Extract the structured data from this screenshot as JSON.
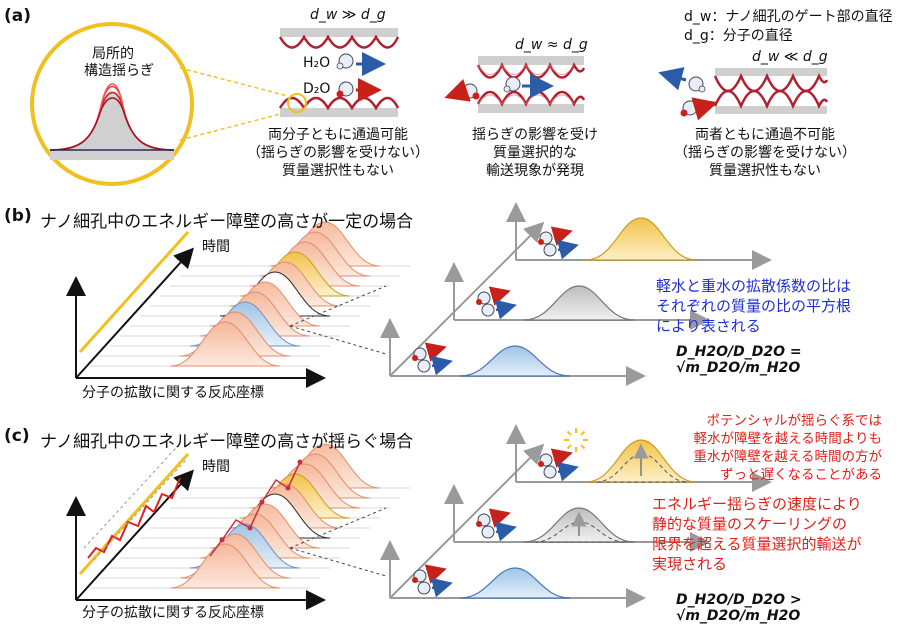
{
  "panel_a": {
    "tag": "(a)",
    "zoom_label": [
      "局所的",
      "構造揺らぎ"
    ],
    "case1": {
      "cond": "d_w ≫ d_g",
      "h2o": "H₂O",
      "d2o": "D₂O",
      "caption": [
        "両分子ともに通過可能",
        "（揺らぎの影響を受けない）",
        "質量選択性もない"
      ]
    },
    "case2": {
      "cond": "d_w ≈ d_g",
      "caption": [
        "揺らぎの影響を受け",
        "質量選択的な",
        "輸送現象が発現"
      ]
    },
    "case3": {
      "cond": "d_w ≪ d_g",
      "caption": [
        "両者ともに通過不可能",
        "（揺らぎの影響を受けない）",
        "質量選択性もない"
      ]
    },
    "legend": [
      "d_w：ナノ細孔のゲート部の直径",
      "d_g：分子の直径"
    ]
  },
  "panel_b": {
    "tag": "(b)",
    "title": "ナノ細孔中のエネルギー障壁の高さが一定の場合",
    "time_label": "時間",
    "xaxis_label": "分子の拡散に関する反応座標",
    "note": [
      "軽水と重水の拡散係数の比は",
      "それぞれの質量の比の平方根",
      "により表される"
    ],
    "eq": "D_H2O/D_D2O = √m_D2O/m_H2O"
  },
  "panel_c": {
    "tag": "(c)",
    "title": "ナノ細孔中のエネルギー障壁の高さが揺らぐ場合",
    "time_label": "時間",
    "xaxis_label": "分子の拡散に関する反応座標",
    "note1": [
      "ポテンシャルが揺らぐ系では",
      "軽水が障壁を越える時間よりも",
      "重水が障壁を越える時間の方が",
      "ずっと遅くなることがある"
    ],
    "note2": [
      "エネルギー揺らぎの速度により",
      "静的な質量のスケーリングの",
      "限界を超える質量選択的輸送が",
      "実現される"
    ],
    "eq": "D_H2O/D_D2O > √m_D2O/m_H2O"
  },
  "colors": {
    "blue_text": "#1f2fd6",
    "red_text": "#e0201a",
    "yellow": "#f0c020",
    "pore": "#c8c8c8",
    "wave": "#c0303a"
  }
}
